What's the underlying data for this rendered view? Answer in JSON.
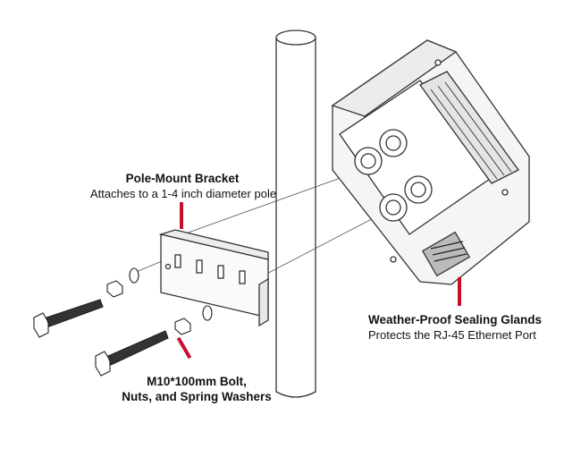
{
  "labels": {
    "bracket": {
      "title": "Pole-Mount Bracket",
      "description": "Attaches to a 1-4 inch diameter pole"
    },
    "glands": {
      "title": "Weather-Proof Sealing Glands",
      "description": "Protects the RJ-45 Ethernet Port"
    },
    "hardware": {
      "line1": "M10*100mm Bolt,",
      "line2": "Nuts, and Spring Washers"
    }
  },
  "colors": {
    "callout": "#c8102e",
    "outline": "#333333"
  }
}
